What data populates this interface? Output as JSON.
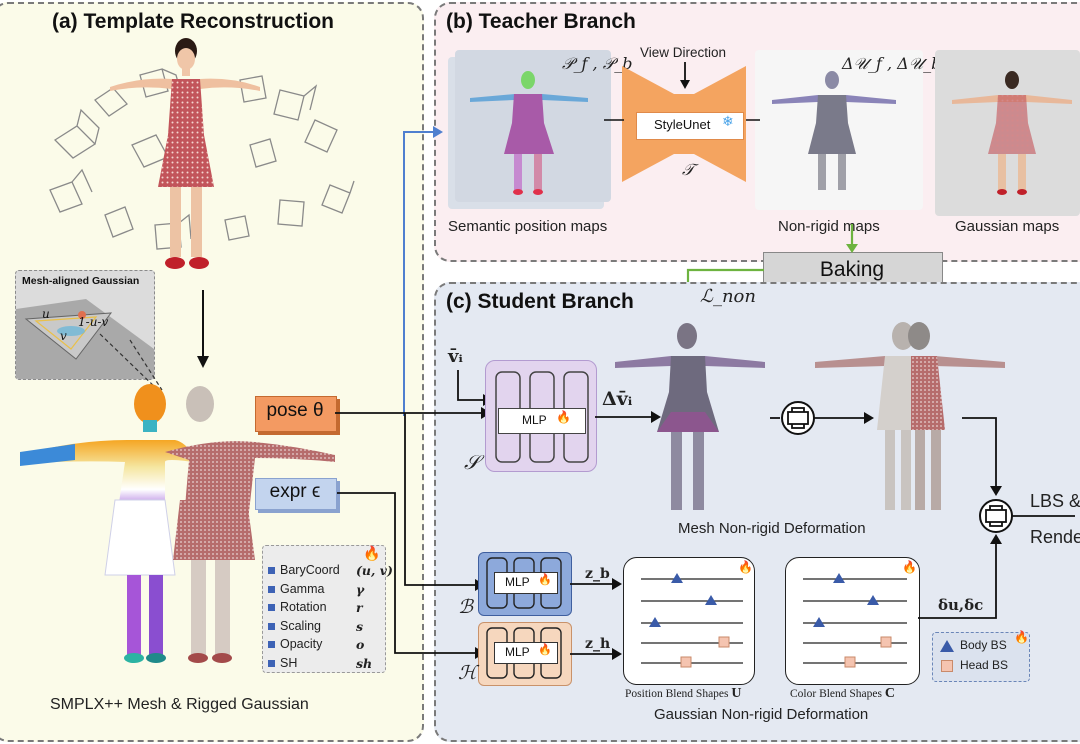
{
  "panels": {
    "a_title": "(a) Template Reconstruction",
    "b_title": "(b) Teacher Branch",
    "c_title": "(c) Student Branch"
  },
  "template": {
    "mesh_aligned_label": "Mesh-aligned Gaussian",
    "bary_u": "u",
    "bary_v": "v",
    "bary_1uv": "1-u-v",
    "caption": "SMPLX++  Mesh  & Rigged Gaussian",
    "attributes": [
      {
        "name": "BaryCoord",
        "symbol": "(u, v)"
      },
      {
        "name": "Gamma",
        "symbol": "γ"
      },
      {
        "name": "Rotation",
        "symbol": "r"
      },
      {
        "name": "Scaling",
        "symbol": "s"
      },
      {
        "name": "Opacity",
        "symbol": "o"
      },
      {
        "name": "SH",
        "symbol": "sh"
      }
    ]
  },
  "inputs": {
    "pose": "pose θ",
    "expr": "expr ϵ",
    "vbar": "v̄ᵢ"
  },
  "teacher": {
    "pos_maps_symbol": "𝒫_f , 𝒫_b",
    "pos_maps_caption": "Semantic position maps",
    "view_direction": "View Direction",
    "styleunet": "StyleUnet",
    "styleunet_symbol": "𝒯",
    "nonrigid_symbol": "Δ𝒰_f , Δ𝒰_b",
    "nonrigid_caption": "Non-rigid maps",
    "gaussian_caption": "Gaussian maps",
    "baking": "Baking"
  },
  "student": {
    "loss": "ℒ_non",
    "mlp": "MLP",
    "S_symbol": "𝒮",
    "B_symbol": "ℬ",
    "H_symbol": "ℋ",
    "delta_v": "Δv̄ᵢ",
    "mesh_caption": "Mesh Non-rigid Deformation",
    "zb": "z_b",
    "zh": "z_h",
    "pos_bs_caption": "Position Blend Shapes",
    "pos_bs_symbol": "U",
    "color_bs_caption": "Color Blend Shapes",
    "color_bs_symbol": "C",
    "gaussian_caption": "Gaussian Non-rigid Deformation",
    "du_dc": "δu,δc",
    "legend_body": "Body BS",
    "legend_head": "Head BS",
    "output_line1": "LBS &",
    "output_line2": "Rende"
  },
  "colors": {
    "panel_a_bg": "#fbfbe9",
    "panel_b_bg": "#fbeef1",
    "panel_c_bg": "#e4e9f2",
    "pose_box": "#f39a62",
    "expr_box": "#c3d4ee",
    "mlp_s_bg": "#e2d4ee",
    "mlp_b_bg": "#8da9db",
    "mlp_h_bg": "#f6d7be",
    "styleunet_orange": "#f4a460",
    "body_bs": "#3a5ba8",
    "head_bs": "#f5c4b0",
    "blue_arrow": "#4f7fcf",
    "green_arrow": "#6db33f"
  }
}
